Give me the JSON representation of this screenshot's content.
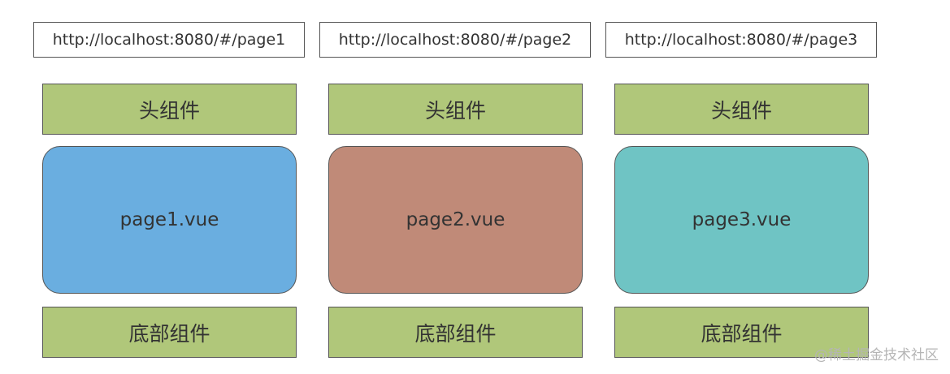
{
  "columns": [
    {
      "url": "http://localhost:8080/#/page1",
      "header": "头组件",
      "page": "page1.vue",
      "footer": "底部组件",
      "page_color": "#6aaee0"
    },
    {
      "url": "http://localhost:8080/#/page2",
      "header": "头组件",
      "page": "page2.vue",
      "footer": "底部组件",
      "page_color": "#c08a78"
    },
    {
      "url": "http://localhost:8080/#/page3",
      "header": "头组件",
      "page": "page3.vue",
      "footer": "底部组件",
      "page_color": "#6fc4c4"
    }
  ],
  "colors": {
    "band": "#b0c77a",
    "border": "#555555"
  },
  "watermark": "@稀土掘金技术社区"
}
